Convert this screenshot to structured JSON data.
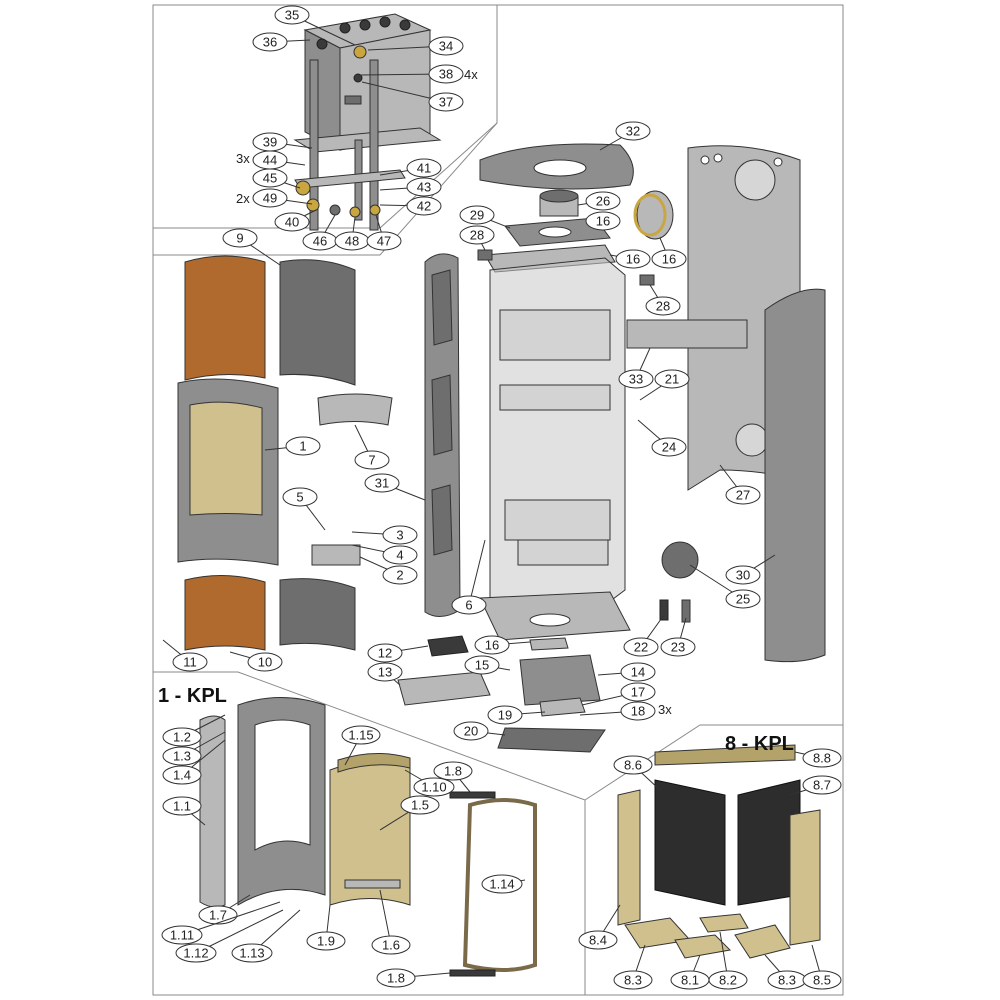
{
  "kits": {
    "door_kit_title": "1 - KPL",
    "firebrick_kit_title": "8 - KPL"
  },
  "multipliers": {
    "m38": "4x",
    "m44": "3x",
    "m49": "2x",
    "m18": "3x"
  },
  "labels": {
    "l35": "35",
    "l36": "36",
    "l34": "34",
    "l38": "38",
    "l37": "37",
    "l39": "39",
    "l44": "44",
    "l41": "41",
    "l45": "45",
    "l43": "43",
    "l49": "49",
    "l42": "42",
    "l40": "40",
    "l46": "46",
    "l48": "48",
    "l47": "47",
    "l32": "32",
    "l26": "26",
    "l16a": "16",
    "l16b": "16",
    "l16c": "16",
    "l16d": "16",
    "l29": "29",
    "l28a": "28",
    "l28b": "28",
    "l9": "9",
    "l1": "1",
    "l7": "7",
    "l31": "31",
    "l5": "5",
    "l3": "3",
    "l4": "4",
    "l2": "2",
    "l6": "6",
    "l33": "33",
    "l21": "21",
    "l24": "24",
    "l27": "27",
    "l30": "30",
    "l25": "25",
    "l22": "22",
    "l23": "23",
    "l11": "11",
    "l10": "10",
    "l12": "12",
    "l13": "13",
    "l15": "15",
    "l14": "14",
    "l17": "17",
    "l19": "19",
    "l18": "18",
    "l20": "20",
    "l1_2": "1.2",
    "l1_3": "1.3",
    "l1_4": "1.4",
    "l1_1": "1.1",
    "l1_7": "1.7",
    "l1_11": "1.11",
    "l1_12": "1.12",
    "l1_13": "1.13",
    "l1_9": "1.9",
    "l1_6": "1.6",
    "l1_5": "1.5",
    "l1_15": "1.15",
    "l1_10": "1.10",
    "l1_8a": "1.8",
    "l1_8b": "1.8",
    "l1_14": "1.14",
    "l8_6": "8.6",
    "l8_8": "8.8",
    "l8_7": "8.7",
    "l8_4": "8.4",
    "l8_3a": "8.3",
    "l8_1": "8.1",
    "l8_2": "8.2",
    "l8_3b": "8.3",
    "l8_5": "8.5"
  }
}
